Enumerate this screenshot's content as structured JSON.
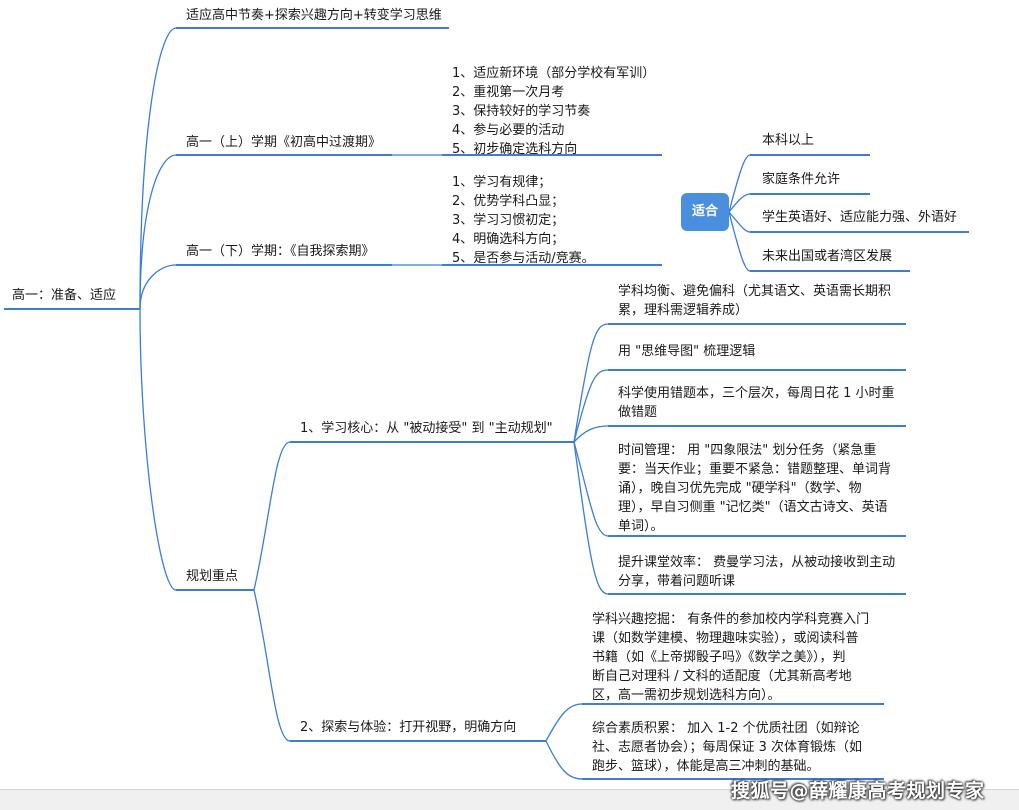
{
  "root": "高一：准备、适应",
  "branches": {
    "tagline": "适应高中节奏+探索兴趣方向+转变学习思维",
    "term1": "高一（上）学期《初高中过渡期》",
    "term1_tasks": "1、适应新环境（部分学校有军训）\n2、重视第一次月考\n3、保持较好的学习节奏\n4、参与必要的活动\n5、初步确定选科方向",
    "term2": "高一（下）学期：《自我探索期》",
    "term2_tasks": "1、学习有规律；\n2、优势学科凸显；\n3、学习习惯初定；\n4、明确选科方向；\n5、是否参与活动/竞赛。",
    "focus": "规划重点"
  },
  "suitable": {
    "label": "适合",
    "items": [
      "本科以上",
      "家庭条件允许",
      "学生英语好、适应能力强、外语好",
      "未来出国或者湾区发展"
    ]
  },
  "core": {
    "label": "1、学习核心：从 \"被动接受\" 到 \"主动规划\"",
    "items": [
      "学科均衡、避免偏科（尤其语文、英语需长期积\n累，理科需逻辑养成）",
      "用 \"思维导图\" 梳理逻辑",
      "科学使用错题本，三个层次，每周日花 1 小时重\n做错题",
      "时间管理： 用 \"四象限法\" 划分任务（紧急重\n要：当天作业；重要不紧急：错题整理、单词背\n诵），晚自习优先完成 \"硬学科\"（数学、物\n理），早自习侧重 \"记忆类\"（语文古诗文、英语\n单词）。",
      "提升课堂效率： 费曼学习法，从被动接收到主动\n分享，带着问题听课"
    ]
  },
  "explore": {
    "label": "2、探索与体验：打开视野，明确方向",
    "items": [
      "学科兴趣挖掘： 有条件的参加校内学科竞赛入门\n课（如数学建模、物理趣味实验），或阅读科普\n书籍（如《上帝掷骰子吗》《数学之美》），判\n断自己对理科 / 文科的适配度（尤其新高考地\n区，高一需初步规划选科方向）。",
      "综合素质积累： 加入 1-2 个优质社团（如辩论\n社、志愿者协会）；每周保证 3 次体育锻炼（如\n跑步、篮球），体能是高三冲刺的基础。"
    ]
  },
  "watermark": "搜狐号@薛耀康高考规划专家",
  "colors": {
    "line": "#3b7dd8",
    "badge": "#4a8fde"
  }
}
